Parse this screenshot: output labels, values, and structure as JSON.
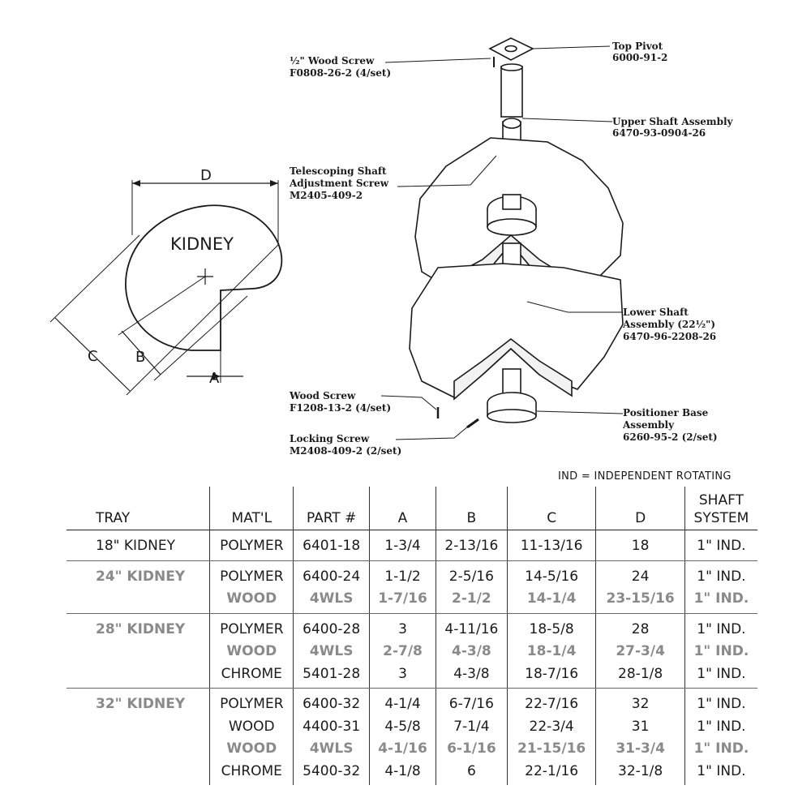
{
  "diagram": {
    "shape_label": "KIDNEY",
    "dim_labels": {
      "d": "D",
      "c": "C",
      "b": "B",
      "a": "A"
    },
    "callouts": {
      "top_pivot": [
        "Top Pivot",
        "6000-91-2"
      ],
      "wood_screw_half": [
        "½\" Wood Screw",
        "F0808-26-2 (4/set)"
      ],
      "upper_shaft": [
        "Upper Shaft Assembly",
        "6470-93-0904-26"
      ],
      "telescoping": [
        "Telescoping Shaft",
        "Adjustment Screw",
        "M2405-409-2"
      ],
      "lower_shaft": [
        "Lower Shaft",
        "Assembly (22½\")",
        "6470-96-2208-26"
      ],
      "wood_screw": [
        "Wood Screw",
        "F1208-13-2 (4/set)"
      ],
      "positioner": [
        "Positioner Base",
        "Assembly",
        "6260-95-2 (2/set)"
      ],
      "locking": [
        "Locking Screw",
        "M2408-409-2 (2/set)"
      ]
    }
  },
  "note": "IND = INDEPENDENT ROTATING",
  "table": {
    "headers": [
      "TRAY",
      "MAT'L",
      "PART #",
      "A",
      "B",
      "C",
      "D",
      "SHAFT\nSYSTEM"
    ],
    "groups": [
      {
        "tray": "18\" KIDNEY",
        "tray_gray": false,
        "rows": [
          {
            "gray": false,
            "cells": [
              "POLYMER",
              "6401-18",
              "1-3/4",
              "2-13/16",
              "11-13/16",
              "18",
              "1\" IND."
            ]
          }
        ]
      },
      {
        "tray": "24\" KIDNEY",
        "tray_gray": true,
        "rows": [
          {
            "gray": false,
            "cells": [
              "POLYMER",
              "6400-24",
              "1-1/2",
              "2-5/16",
              "14-5/16",
              "24",
              "1\" IND."
            ]
          },
          {
            "gray": true,
            "cells": [
              "WOOD",
              "4WLS",
              "1-7/16",
              "2-1/2",
              "14-1/4",
              "23-15/16",
              "1\" IND."
            ]
          }
        ]
      },
      {
        "tray": "28\" KIDNEY",
        "tray_gray": true,
        "rows": [
          {
            "gray": false,
            "cells": [
              "POLYMER",
              "6400-28",
              "3",
              "4-11/16",
              "18-5/8",
              "28",
              "1\" IND."
            ]
          },
          {
            "gray": true,
            "cells": [
              "WOOD",
              "4WLS",
              "2-7/8",
              "4-3/8",
              "18-1/4",
              "27-3/4",
              "1\" IND."
            ]
          },
          {
            "gray": false,
            "cells": [
              "CHROME",
              "5401-28",
              "3",
              "4-3/8",
              "18-7/16",
              "28-1/8",
              "1\" IND."
            ]
          }
        ]
      },
      {
        "tray": "32\" KIDNEY",
        "tray_gray": true,
        "rows": [
          {
            "gray": false,
            "cells": [
              "POLYMER",
              "6400-32",
              "4-1/4",
              "6-7/16",
              "22-7/16",
              "32",
              "1\" IND."
            ]
          },
          {
            "gray": false,
            "cells": [
              "WOOD",
              "4400-31",
              "4-5/8",
              "7-1/4",
              "22-3/4",
              "31",
              "1\" IND."
            ]
          },
          {
            "gray": true,
            "cells": [
              "WOOD",
              "4WLS",
              "4-1/16",
              "6-1/16",
              "21-15/16",
              "31-3/4",
              "1\" IND."
            ]
          },
          {
            "gray": false,
            "cells": [
              "CHROME",
              "5400-32",
              "4-1/8",
              "6",
              "22-1/16",
              "32-1/8",
              "1\" IND."
            ]
          }
        ]
      }
    ]
  },
  "colors": {
    "ink": "#1a1a1a",
    "gray_text": "#8a8a8a"
  }
}
